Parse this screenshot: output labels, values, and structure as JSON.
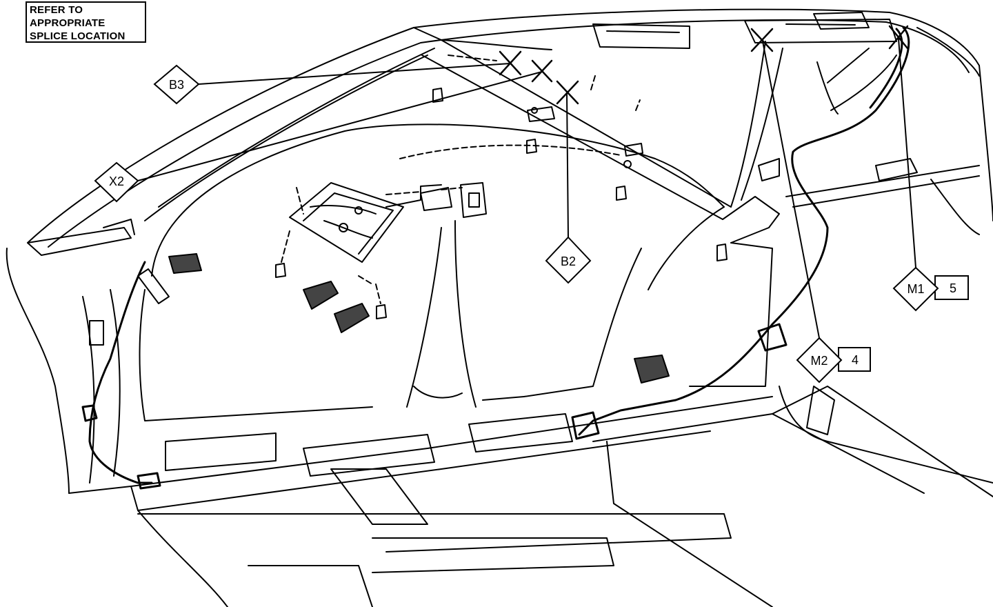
{
  "note": {
    "lines": [
      "REFER TO",
      "APPROPRIATE",
      "SPLICE LOCATION"
    ]
  },
  "callouts": {
    "b3": {
      "code": "B3"
    },
    "x2": {
      "code": "X2"
    },
    "b2": {
      "code": "B2"
    },
    "m1": {
      "code": "M1",
      "number": "5"
    },
    "m2": {
      "code": "M2",
      "number": "4"
    }
  },
  "drawing": {
    "subject": "vehicle interior body side with wiring harness, headliner and floor",
    "line_color": "#000000",
    "background": "#ffffff",
    "shade_color": "#444444"
  }
}
